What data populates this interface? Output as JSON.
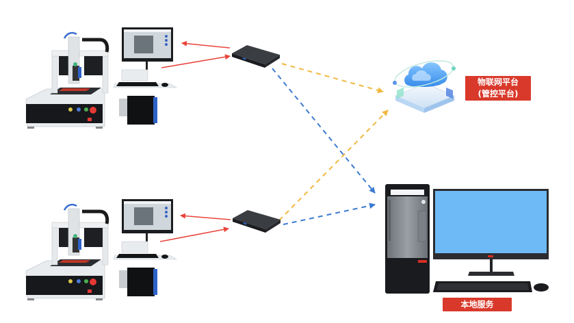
{
  "diagram": {
    "title": "",
    "nodes": {
      "machine_1": {
        "name": "Dispensing machine 1",
        "kind": "equipment"
      },
      "machine_2": {
        "name": "Dispensing machine 2",
        "kind": "equipment"
      },
      "gateway_1": {
        "name": "Edge gateway 1",
        "kind": "gateway"
      },
      "gateway_2": {
        "name": "Edge gateway 2",
        "kind": "gateway"
      },
      "iot_platform": {
        "name": "IoT platform",
        "kind": "cloud"
      },
      "local_server": {
        "name": "Local server",
        "kind": "pc"
      }
    },
    "labels": {
      "iot_platform_line1": "物联网平台",
      "iot_platform_line2": "(管控平台)",
      "local_service": "本地服务"
    },
    "edges": [
      {
        "from": "gateway_1",
        "to": "machine_1",
        "style": "solid",
        "color": "#e8443a"
      },
      {
        "from": "machine_1",
        "to": "gateway_1",
        "style": "solid",
        "color": "#e8443a"
      },
      {
        "from": "gateway_2",
        "to": "machine_2",
        "style": "solid",
        "color": "#e8443a"
      },
      {
        "from": "machine_2",
        "to": "gateway_2",
        "style": "solid",
        "color": "#e8443a"
      },
      {
        "from": "gateway_1",
        "to": "iot_platform",
        "style": "dashed",
        "color": "#f0b840"
      },
      {
        "from": "gateway_2",
        "to": "iot_platform",
        "style": "dashed",
        "color": "#f0b840"
      },
      {
        "from": "gateway_1",
        "to": "local_server",
        "style": "dashed",
        "color": "#3c7ad0"
      },
      {
        "from": "gateway_2",
        "to": "local_server",
        "style": "dashed",
        "color": "#3c7ad0"
      }
    ],
    "colors": {
      "label_bg": "#d9392b",
      "solid_link": "#e8443a",
      "cloud_link": "#f0b840",
      "local_link": "#3c7ad0",
      "screen": "#6ab8f5"
    }
  }
}
